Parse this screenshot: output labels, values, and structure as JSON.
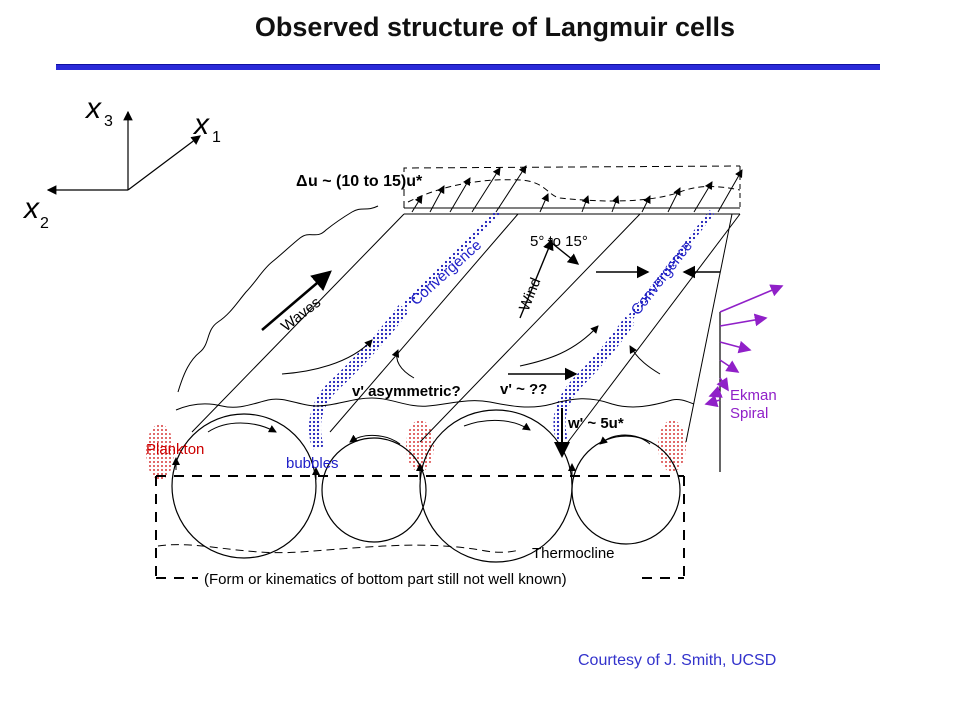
{
  "slide": {
    "title": "Observed structure of Langmuir cells",
    "credit": "Courtesy of J. Smith, UCSD"
  },
  "axes": {
    "x1": "x",
    "x1_sub": "1",
    "x2": "x",
    "x2_sub": "2",
    "x3": "x",
    "x3_sub": "3"
  },
  "labels": {
    "delta_u": "u ~ (10 to 15)u*",
    "delta_u_symbol": "Δ",
    "angle": "5° to 15°",
    "waves": "Waves",
    "wind": "Wind",
    "convergence": "Convergence",
    "v_asym": "v' asymmetric?",
    "v_unknown": "v' ~ ??",
    "w_prime": "w' ~ 5u*",
    "plankton": "Plankton",
    "bubbles": "bubbles",
    "ekman_line1": "Ekman",
    "ekman_line2": "Spiral",
    "thermocline": "Thermocline",
    "bottom_note": "(Form or kinematics of bottom part still not well known)"
  },
  "colors": {
    "title_rule": "#2a2ad8",
    "credit": "#3333cc",
    "convergence": "#2020c8",
    "plankton": "#cc0000",
    "ekman": "#9020c8",
    "ink": "#000000"
  }
}
